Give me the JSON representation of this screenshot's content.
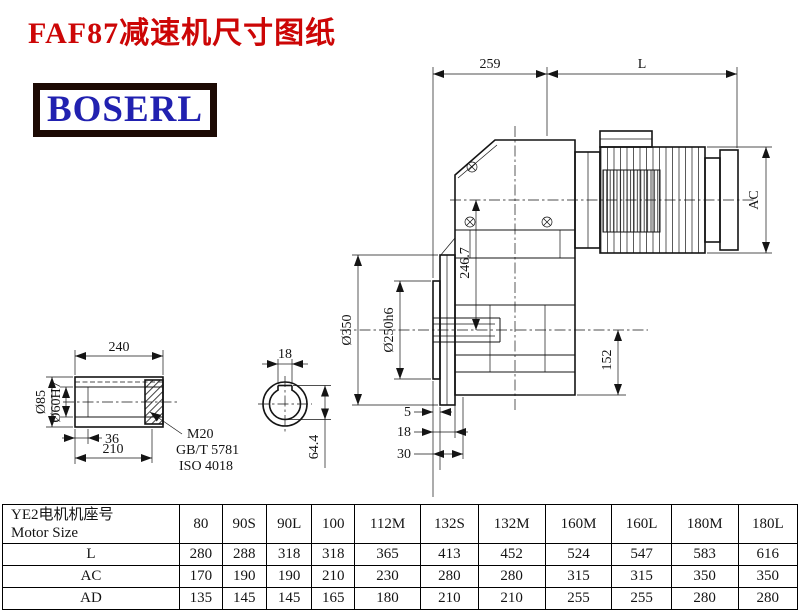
{
  "title": "FAF87减速机尺寸图纸",
  "logo": {
    "text": "BOSERL"
  },
  "colors": {
    "title": "#cc0606",
    "logo_text": "#2121b0",
    "logo_border": "#1c0a04",
    "ink": "#141414"
  },
  "main_view": {
    "dims": {
      "top_left": "259",
      "top_right": "L",
      "motor_diameter": "AC",
      "axis_distance": "246.7",
      "flange_diameter": "Ø350",
      "spigot_diameter": "Ø250h6",
      "axis_to_bottom": "152",
      "offset_small": "5",
      "offset_mid": "18",
      "offset_large": "30"
    }
  },
  "shaft_view": {
    "dims": {
      "length": "240",
      "step": "36",
      "bore_depth": "210",
      "outer_diameter": "Ø85",
      "bore_diameter": "Ø60H7"
    },
    "callout": {
      "thread": "M20",
      "standard_gb": "GB/T 5781",
      "standard_iso": "ISO 4018"
    }
  },
  "section_view": {
    "dims": {
      "keyway_width": "18",
      "keyway_depth": "64.4"
    }
  },
  "table": {
    "header": {
      "cn": "YE2电机机座号",
      "en": "Motor Size"
    },
    "motor_sizes": [
      "80",
      "90S",
      "90L",
      "100",
      "112M",
      "132S",
      "132M",
      "160M",
      "160L",
      "180M",
      "180L"
    ],
    "rows": [
      {
        "label": "L",
        "values": [
          "280",
          "288",
          "318",
          "318",
          "365",
          "413",
          "452",
          "524",
          "547",
          "583",
          "616"
        ]
      },
      {
        "label": "AC",
        "values": [
          "170",
          "190",
          "190",
          "210",
          "230",
          "280",
          "280",
          "315",
          "315",
          "350",
          "350"
        ]
      },
      {
        "label": "AD",
        "values": [
          "135",
          "145",
          "145",
          "165",
          "180",
          "210",
          "210",
          "255",
          "255",
          "280",
          "280"
        ]
      }
    ]
  }
}
